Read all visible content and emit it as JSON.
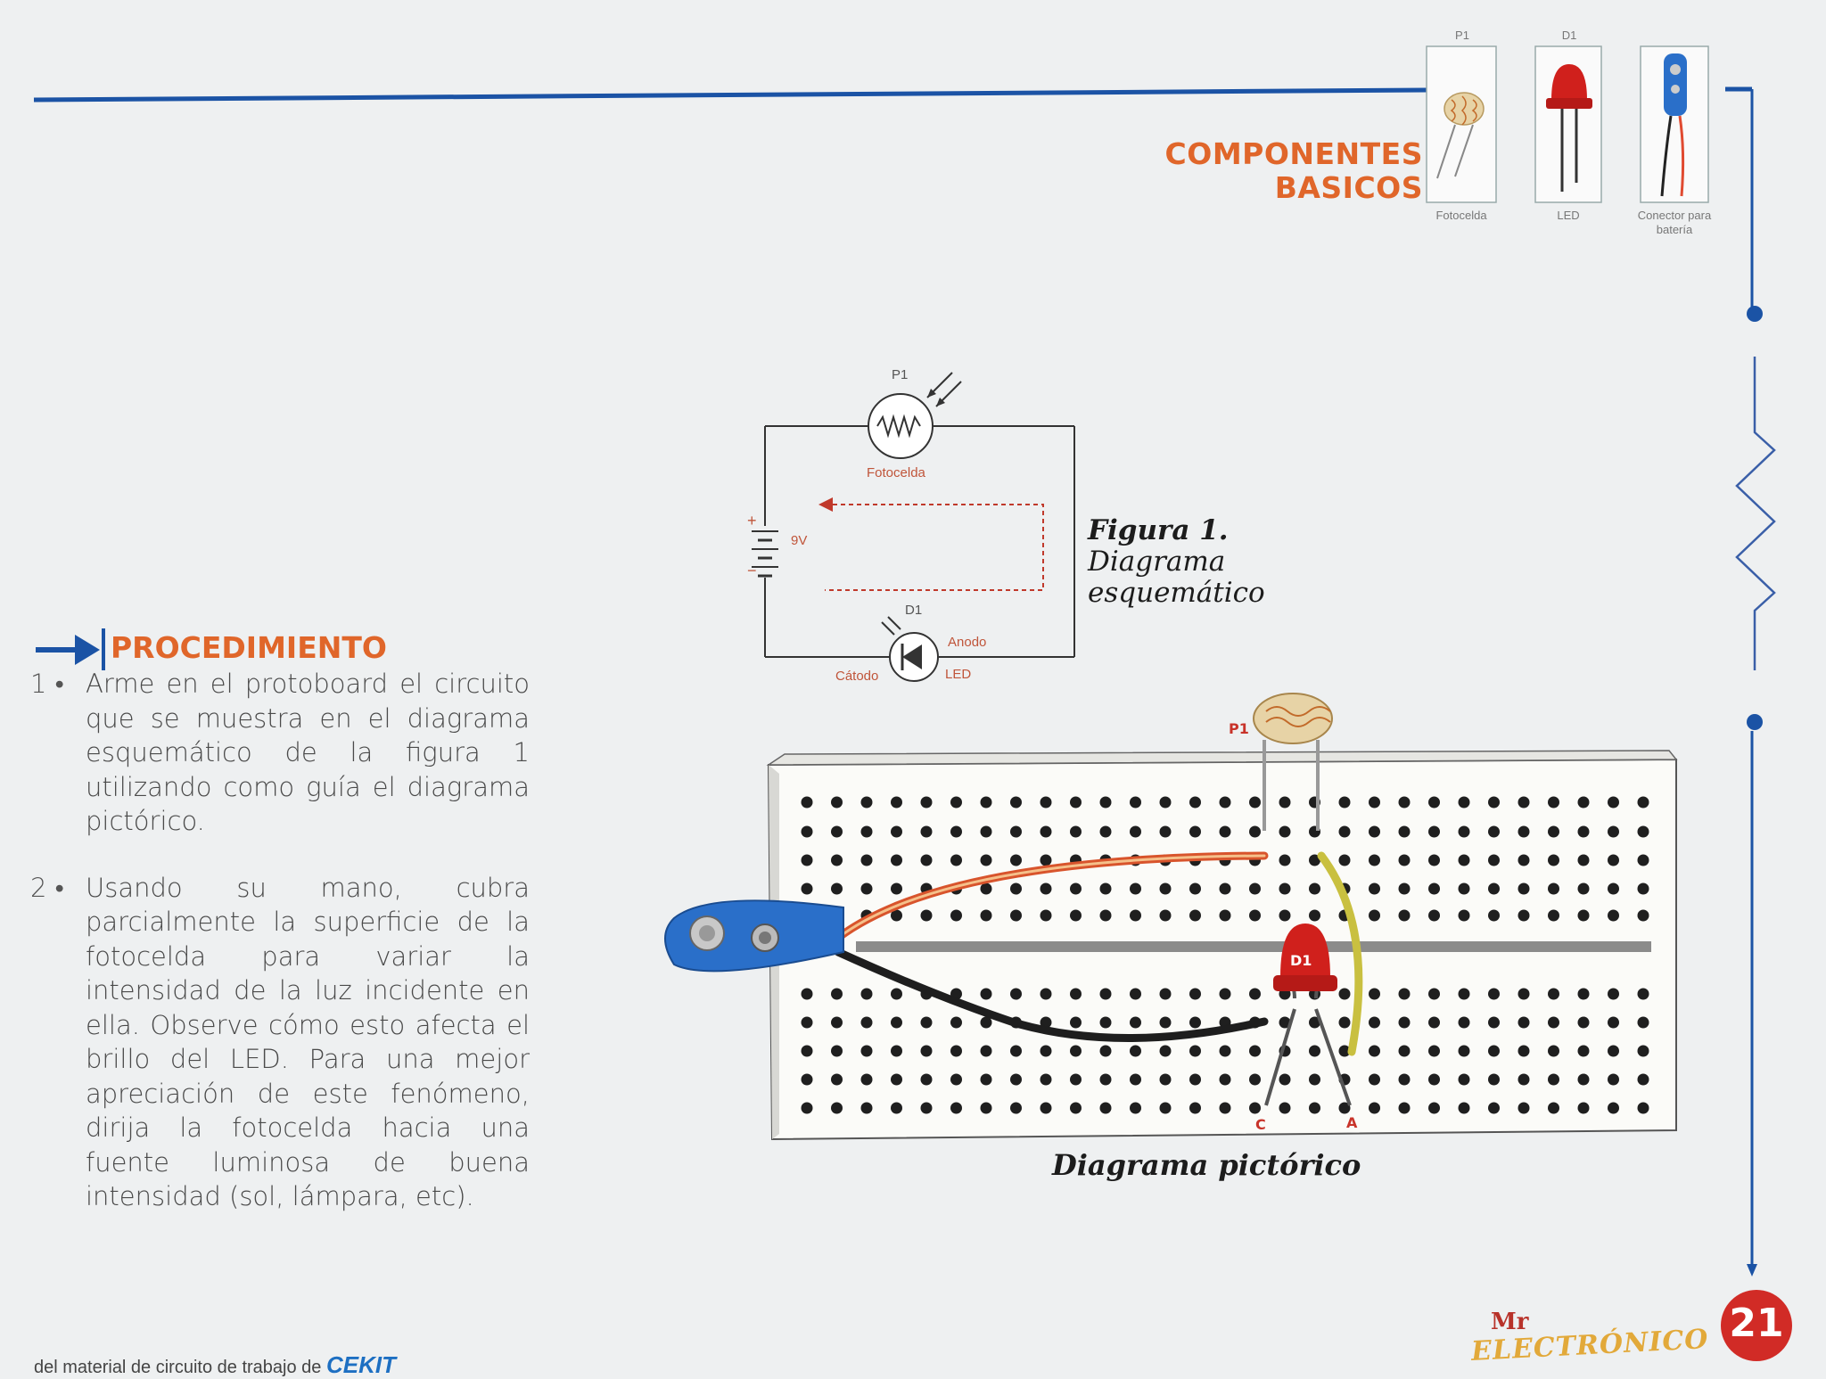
{
  "components": {
    "title_line1": "COMPONENTES",
    "title_line2": "BASICOS",
    "items": [
      {
        "ref": "P1",
        "caption": "Fotocelda",
        "icon": "photocell-icon"
      },
      {
        "ref": "D1",
        "caption": "LED",
        "icon": "red-led-icon"
      },
      {
        "ref": "",
        "caption": "Conector para batería",
        "icon": "battery-connector-icon"
      }
    ]
  },
  "schematic": {
    "p1_label": "P1",
    "photocell_label": "Fotocelda",
    "battery_voltage": "9V",
    "plus": "+",
    "minus": "−",
    "d1_label": "D1",
    "anode": "Anodo",
    "cathode": "Cátodo",
    "led": "LED"
  },
  "figure1": {
    "number": "Figura 1.",
    "caption_line1": "Diagrama",
    "caption_line2": "esquemático"
  },
  "procedure": {
    "heading": "PROCEDIMIENTO",
    "steps": [
      {
        "num": "1 •",
        "text": "Arme en el protoboard el circuito que se muestra en el diagrama esquemático de la figura 1 utilizando como guía el diagrama pictórico."
      },
      {
        "num": "2 •",
        "text": "Usando su mano, cubra parcialmente la superficie de la fotocelda para variar la intensidad de la luz incidente en ella. Observe cómo esto afecta el brillo del LED. Para una mejor apreciación de este fenómeno, dirija la fotocelda hacia una fuente luminosa de buena intensidad (sol, lámpara, etc)."
      }
    ]
  },
  "pictorial": {
    "p1_label": "P1",
    "d1_label": "D1",
    "c_label": "C",
    "a_label": "A",
    "caption": "Diagrama pictórico"
  },
  "footer": {
    "logo_mr": "Mr",
    "logo_name": "ELECTRÓNICO",
    "page_number": "21",
    "partial_text": "del material de circuito de trabajo de",
    "brand": "CEKIT"
  },
  "colors": {
    "accent_orange": "#e0662a",
    "rule_blue": "#1b53a5",
    "led_red": "#d0201c",
    "breadboard": "#f4f4f0"
  }
}
